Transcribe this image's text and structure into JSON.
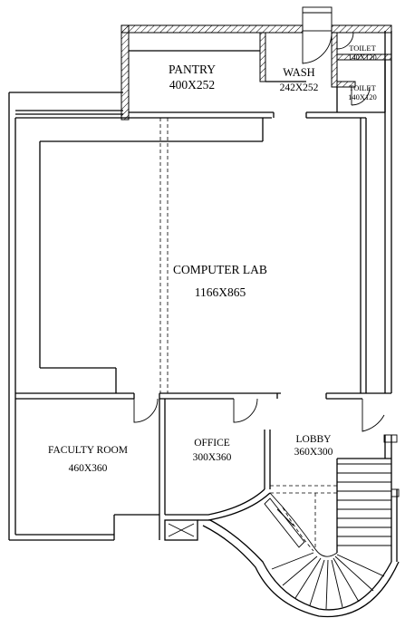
{
  "rooms": {
    "pantry": {
      "name": "PANTRY",
      "size": "400X252"
    },
    "wash": {
      "name": "WASH",
      "size": "242X252"
    },
    "toilet1": {
      "name": "TOILET",
      "size": "140X120"
    },
    "toilet2": {
      "name": "TOILET",
      "size": "140X120"
    },
    "computer_lab": {
      "name": "COMPUTER LAB",
      "size": "1166X865"
    },
    "faculty_room": {
      "name": "FACULTY ROOM",
      "size": "460X360"
    },
    "office": {
      "name": "OFFICE",
      "size": "300X360"
    },
    "lobby": {
      "name": "LOBBY",
      "size": "360X300"
    }
  }
}
